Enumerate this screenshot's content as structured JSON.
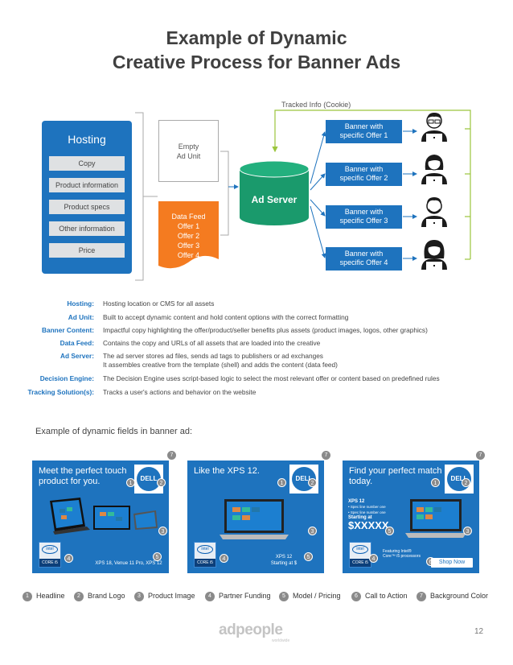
{
  "title": {
    "line1": "Example of Dynamic",
    "line2": "Creative Process for Banner Ads"
  },
  "diagram": {
    "hosting": {
      "title": "Hosting",
      "items": [
        "Copy",
        "Product information",
        "Product specs",
        "Other information",
        "Price"
      ]
    },
    "empty_unit": {
      "line1": "Empty",
      "line2": "Ad Unit"
    },
    "data_feed": {
      "lines": [
        "Data Feed",
        "Offer 1",
        "Offer 2",
        "Offer 3",
        "Offer 4"
      ]
    },
    "ad_server": "Ad Server",
    "tracked_info": "Tracked Info (Cookie)",
    "banners": [
      {
        "line1": "Banner with",
        "line2": "specific Offer 1"
      },
      {
        "line1": "Banner with",
        "line2": "specific Offer 2"
      },
      {
        "line1": "Banner with",
        "line2": "specific Offer 3"
      },
      {
        "line1": "Banner with",
        "line2": "specific Offer 4"
      }
    ],
    "colors": {
      "primary": "#1e73be",
      "server": "#1a9a6c",
      "feed": "#f47b20",
      "arrow": "#9bc53d"
    }
  },
  "definitions": [
    {
      "term": "Hosting:",
      "desc": "Hosting location or CMS for all assets"
    },
    {
      "term": "Ad Unit:",
      "desc": "Built to accept dynamic content and hold content options with the correct formatting"
    },
    {
      "term": "Banner Content:",
      "desc": "Impactful copy highlighting the offer/product/seller benefits plus assets (product images, logos, other graphics)"
    },
    {
      "term": "Data Feed:",
      "desc": "Contains the copy and URLs of all assets that are loaded into the creative"
    },
    {
      "term": "Ad Server:",
      "desc": "The ad server stores ad files, sends ad tags to publishers or ad exchanges",
      "desc2": "It assembles creative from the template (shell) and adds the content (data feed)"
    },
    {
      "term": "Decision Engine:",
      "desc": "The Decision Engine uses script-based logic to select the most relevant offer or content based on predefined rules"
    },
    {
      "term": "Tracking Solution(s):",
      "desc": "Tracks a user's actions and behavior on the website"
    }
  ],
  "example_label": "Example of dynamic fields in banner ad:",
  "ads": [
    {
      "headline": "Meet the perfect touch product for you.",
      "logo": "DELL",
      "model": "XPS 18, Venue 11 Pro, XPS 12",
      "intel_top": "intel",
      "intel_bottom": "CORE i5"
    },
    {
      "headline": "Like the XPS 12.",
      "logo": "DELL",
      "model_line1": "XPS 12",
      "model_line2": "Starting at $",
      "intel_top": "intel",
      "intel_bottom": "CORE i5"
    },
    {
      "headline": "Find your perfect match today.",
      "logo": "DELL",
      "spec_title": "XPS 12",
      "spec_line1": "• Spec line number one",
      "spec_line2": "• Spec line number one",
      "price_label": "Starting at",
      "price": "$XXXXX",
      "featuring": "Featuring Intel® Core™ i5 processors",
      "intel_top": "intel",
      "intel_bottom": "CORE i5",
      "cta": "Shop Now"
    }
  ],
  "legend": [
    {
      "num": "1",
      "label": "Headline"
    },
    {
      "num": "2",
      "label": "Brand Logo"
    },
    {
      "num": "3",
      "label": "Product Image"
    },
    {
      "num": "4",
      "label": "Partner Funding"
    },
    {
      "num": "5",
      "label": "Model / Pricing"
    },
    {
      "num": "6",
      "label": "Call to Action"
    },
    {
      "num": "7",
      "label": "Background Color"
    }
  ],
  "footer": {
    "logo": "adpeople",
    "sub": "worldwide",
    "page": "12"
  }
}
